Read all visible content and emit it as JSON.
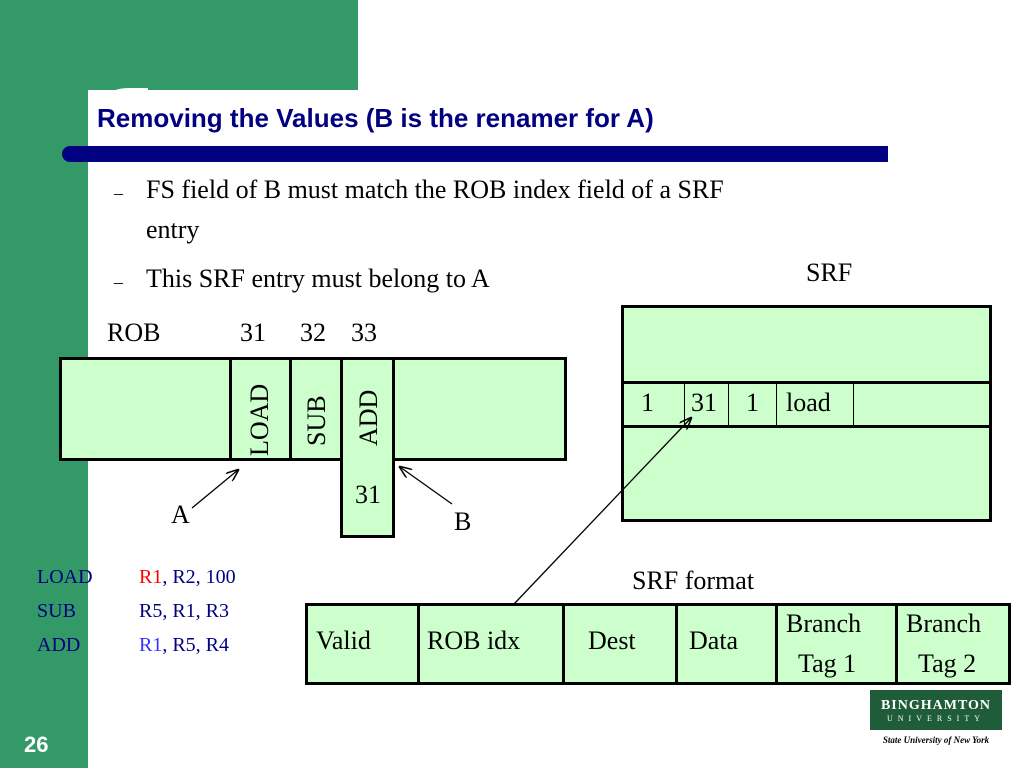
{
  "slide": {
    "title": "Removing the Values (B is the renamer for A)",
    "number": "26"
  },
  "bullets": [
    {
      "dash": "–",
      "line1": "FS field of B must match the ROB index field of a SRF",
      "line2": "entry"
    },
    {
      "dash": "–",
      "line1": "This SRF entry must belong to A"
    }
  ],
  "rob": {
    "label": "ROB",
    "indices": [
      "31",
      "32",
      "33"
    ],
    "entries": [
      "LOAD",
      "SUB",
      "ADD"
    ],
    "fs_value": "31"
  },
  "pointers": {
    "a": "A",
    "b": "B"
  },
  "srf": {
    "label": "SRF",
    "entry": [
      "1",
      "31",
      "1",
      "load"
    ]
  },
  "program": [
    {
      "op": "LOAD",
      "dest": "R1",
      "rest": ", R2, 100",
      "dest_color": "#ff0000"
    },
    {
      "op": "SUB",
      "dest": "R5",
      "rest": ", R1, R3",
      "dest_color": "#000080"
    },
    {
      "op": "ADD",
      "dest": "R1",
      "rest": ", R5, R4",
      "dest_color": "#3333ff"
    }
  ],
  "srf_format": {
    "label": "SRF format",
    "fields": [
      "Valid",
      "ROB idx",
      "Dest",
      "Data",
      "Branch",
      "Tag 1",
      "Branch",
      "Tag 2"
    ]
  },
  "colors": {
    "green": "#339966",
    "navy": "#000080",
    "box_fill": "#ccffcc"
  },
  "logo": {
    "line1": "BINGHAMTON",
    "line2": "UNIVERSITY",
    "line3": "State University of New York"
  }
}
